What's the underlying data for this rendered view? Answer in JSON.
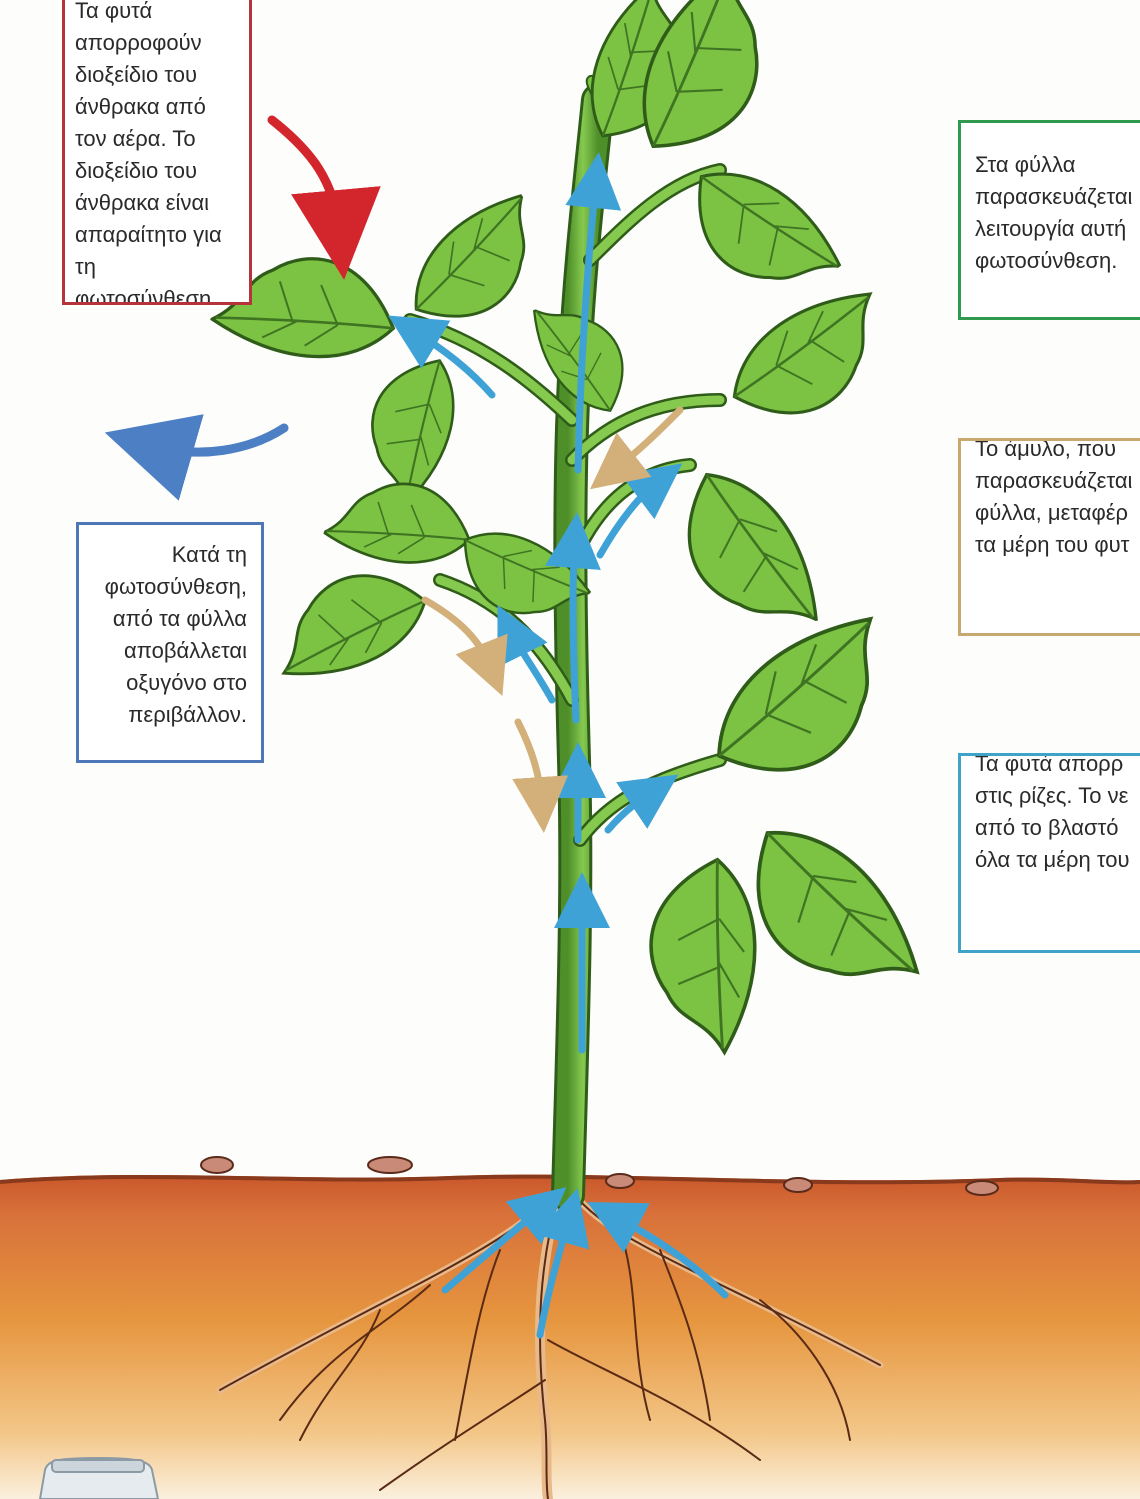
{
  "callouts": {
    "co2": {
      "lines": [
        "Τα φυτά",
        "απορροφούν",
        "διοξείδιο του",
        "άνθρακα από",
        "τον αέρα. Το",
        "διοξείδιο του",
        "άνθρακα είναι",
        "απαραίτητο για",
        "τη",
        "φωτοσύνθεση."
      ],
      "color": "#b5343b"
    },
    "o2": {
      "lines": [
        "Κατά τη",
        "φωτοσύνθεση,",
        "από τα φύλλα",
        "αποβάλλεται",
        "οξυγόνο στο",
        "περιβάλλον."
      ],
      "color": "#4e77b8"
    },
    "leaf": {
      "lines": [
        "Στα φύλλα",
        "παρασκευάζεται",
        "λειτουργία αυτή",
        "φωτοσύνθεση."
      ],
      "color": "#2f9a4d"
    },
    "starch": {
      "lines": [
        "Το άμυλο, που",
        "παρασκευάζεται",
        "φύλλα, μεταφέρ",
        "τα μέρη του φυτ"
      ],
      "color": "#c9a870"
    },
    "water": {
      "lines": [
        "Τα φυτά απορρ",
        "στις ρίζες. Το νε",
        "από το βλαστό",
        "όλα τα μέρη του"
      ],
      "color": "#3ea3c9"
    }
  },
  "colors": {
    "leaf": "#7cc243",
    "leaf_dark": "#4f8f2a",
    "stem": "#6fb845",
    "soil_top": "#c9572b",
    "soil_mid": "#e0883a",
    "soil_fade": "#f6d9a8",
    "water_arrow": "#3fa2d6",
    "starch_arrow": "#d3b07a",
    "co2_arrow": "#d2262c",
    "o2_arrow": "#4d7fc4"
  }
}
